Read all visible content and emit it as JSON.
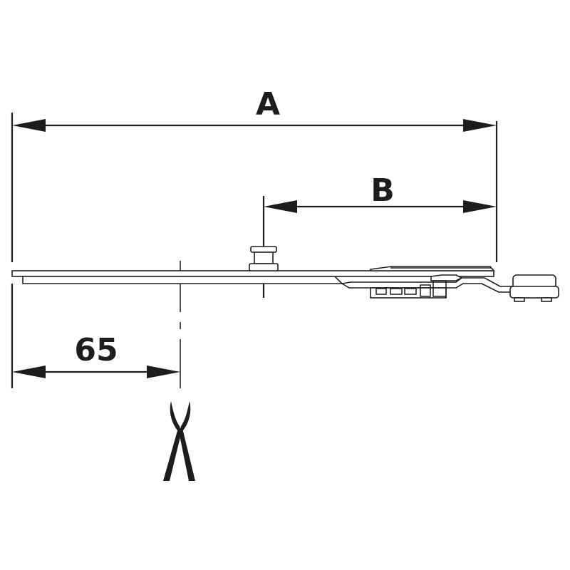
{
  "dimensions": {
    "a": {
      "label": "A"
    },
    "b": {
      "label": "B"
    },
    "cut_length": {
      "label": "65"
    }
  },
  "icons": {
    "cut_tool": "scissors-icon"
  },
  "colors": {
    "line": "#1d1d1b",
    "background": "#ffffff"
  }
}
